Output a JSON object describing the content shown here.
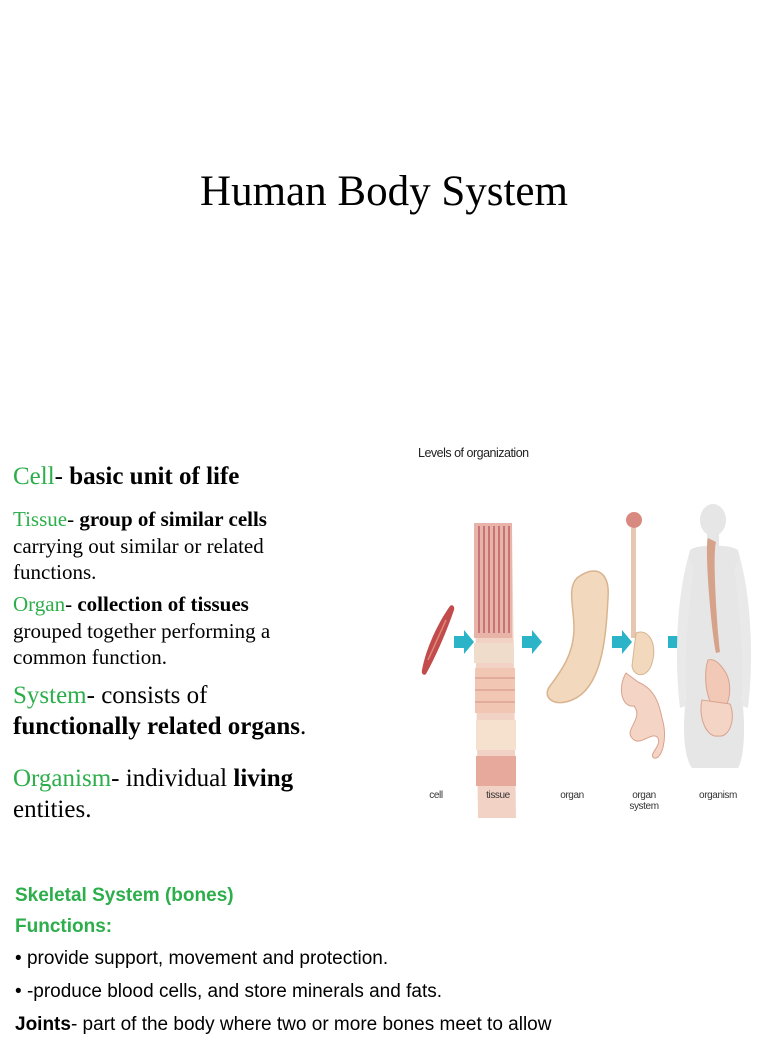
{
  "title": "Human Body System",
  "definitions": {
    "cell": {
      "term": "Cell",
      "sep": "- ",
      "bold": "basic unit of life"
    },
    "tissue": {
      "term": "Tissue",
      "sep": "- ",
      "bold": "group of similar cells",
      "line2": "carrying out similar or related",
      "line3": "functions."
    },
    "organ": {
      "term": "Organ",
      "sep": "- ",
      "bold": "collection of tissues",
      "line2": "grouped together performing a",
      "line3": "common function."
    },
    "system": {
      "term": "System",
      "rest": "- consists of",
      "bold": "functionally related organs",
      "end": "."
    },
    "organism": {
      "term": "Organism",
      "rest": "- individual ",
      "bold": "living",
      "line2": "entities."
    }
  },
  "figure": {
    "title": "Levels of organization",
    "labels": {
      "cell": "cell",
      "tissue": "tissue",
      "organ": "organ",
      "system_1": "organ",
      "system_2": "system",
      "organism": "organism"
    }
  },
  "skeletal": {
    "heading": "Skeletal System (bones)",
    "functions_heading": "Functions:",
    "bullets": [
      "provide support, movement and protection.",
      "-produce blood cells, and store minerals and fats."
    ],
    "bullet_glyph": "•",
    "joints_term": "Joints",
    "joints_text": "- part of the body where two or more bones meet to allow"
  },
  "colors": {
    "accent": "#2cae4b",
    "arrow": "#2bb3c8",
    "muscle": "#c24b4b",
    "organ": "#f2d9bd"
  }
}
